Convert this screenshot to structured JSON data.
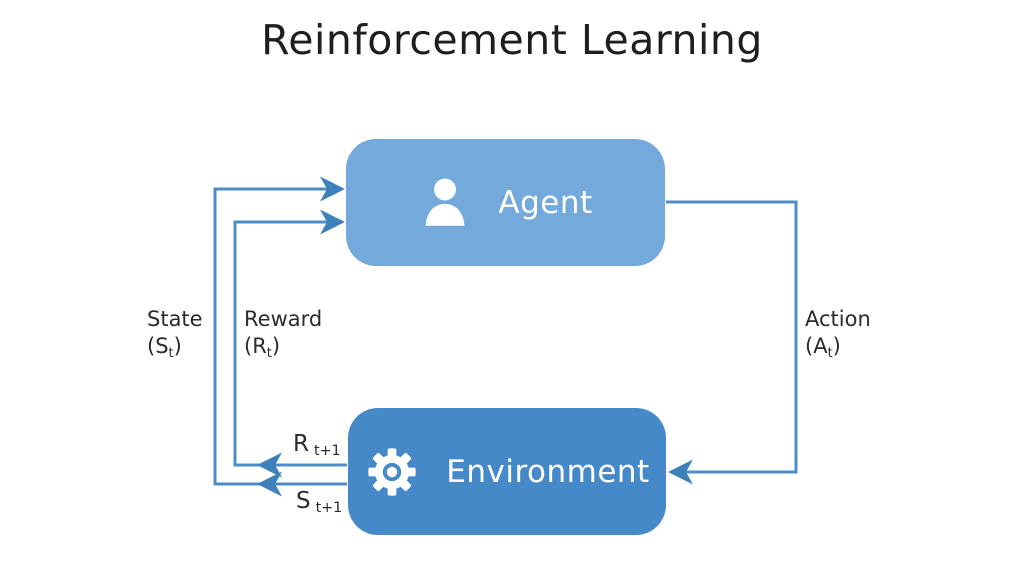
{
  "title": "Reinforcement Learning",
  "agent": {
    "label": "Agent",
    "icon": "person-icon"
  },
  "environment": {
    "label": "Environment",
    "icon": "gear-icon"
  },
  "labels": {
    "state": {
      "name": "State",
      "pre": "(S",
      "sub": "t",
      "post": ")"
    },
    "reward": {
      "name": "Reward",
      "pre": "(R",
      "sub": "t",
      "post": ")"
    },
    "action": {
      "name": "Action",
      "pre": "(A",
      "sub": "t",
      "post": ")"
    },
    "reward_next": {
      "pre": "R",
      "sub": "t+1"
    },
    "state_next": {
      "pre": "S",
      "sub": "t+1"
    }
  },
  "colors": {
    "agent-box": "#74a9dc",
    "env-box": "#4589c8",
    "wire": "#4d8cc4",
    "arrowhead": "#3e80ba",
    "title-text": "#1e1e1e",
    "label-text": "#2b2b2b",
    "box-text": "#ffffff",
    "background": "#ffffff"
  }
}
